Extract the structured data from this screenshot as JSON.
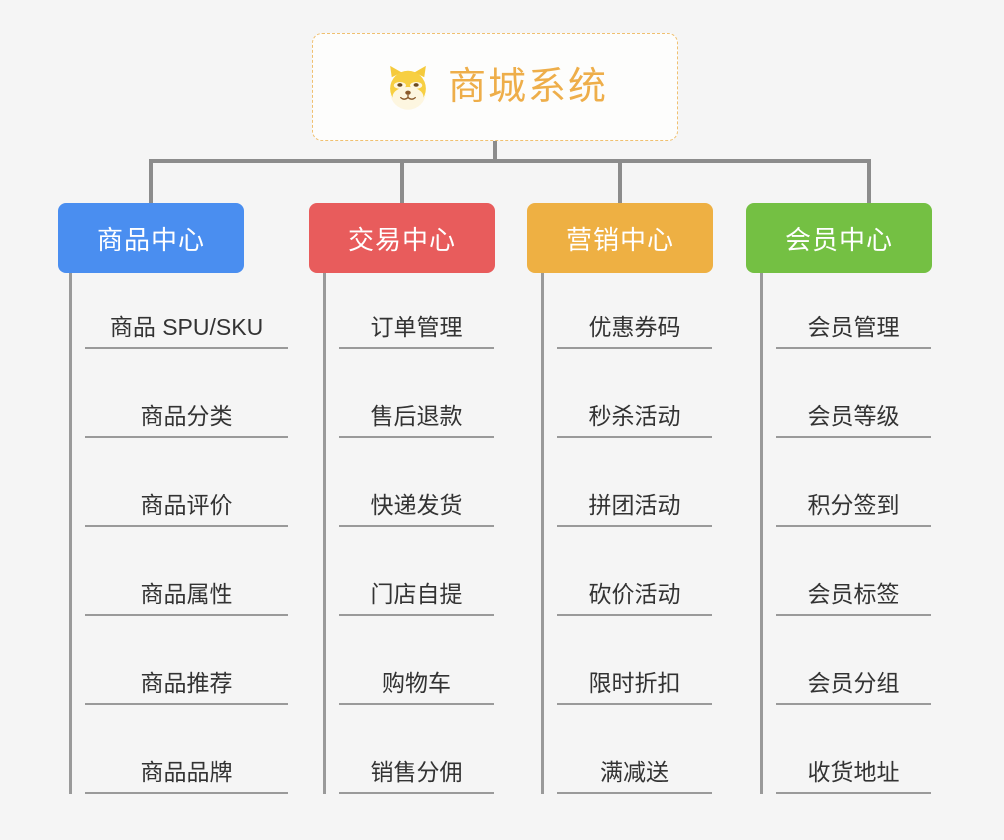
{
  "diagram": {
    "type": "org-chart",
    "background_color": "#f5f5f5",
    "connector_color": "#8c8c8c"
  },
  "root": {
    "title": "商城系统",
    "icon": "shiba-inu-dog-face-icon",
    "text_color": "#eeae4a",
    "border_color": "#f0c070",
    "background_color": "#fdfdfc"
  },
  "branches": [
    {
      "label": "商品中心",
      "color": "#4a8ef0",
      "items": [
        "商品 SPU/SKU",
        "商品分类",
        "商品评价",
        "商品属性",
        "商品推荐",
        "商品品牌"
      ]
    },
    {
      "label": "交易中心",
      "color": "#e85c5c",
      "items": [
        "订单管理",
        "售后退款",
        "快递发货",
        "门店自提",
        "购物车",
        "销售分佣"
      ]
    },
    {
      "label": "营销中心",
      "color": "#eeb043",
      "items": [
        "优惠券码",
        "秒杀活动",
        "拼团活动",
        "砍价活动",
        "限时折扣",
        "满减送"
      ]
    },
    {
      "label": "会员中心",
      "color": "#74c043",
      "items": [
        "会员管理",
        "会员等级",
        "积分签到",
        "会员标签",
        "会员分组",
        "收货地址"
      ]
    }
  ]
}
